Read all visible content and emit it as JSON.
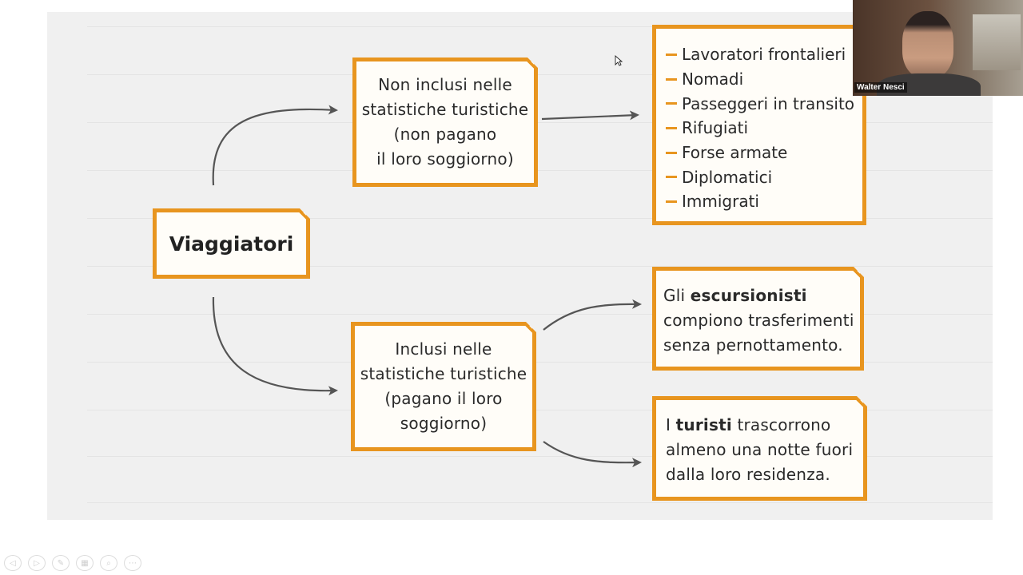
{
  "colors": {
    "accent": "#e8951f",
    "slide_bg": "#f0f0f0",
    "box_fill": "#fffdf8",
    "text": "#2a2a2a",
    "arrow": "#555555"
  },
  "diagram": {
    "root": {
      "label": "Viaggiatori"
    },
    "not_included": {
      "lines": [
        "Non inclusi nelle",
        "statistiche turistiche",
        "(non pagano",
        "il loro soggiorno)"
      ]
    },
    "excluded_list": [
      "Lavoratori frontalieri",
      "Nomadi",
      "Passeggeri in transito",
      "Rifugiati",
      "Forse armate",
      "Diplomatici",
      "Immigrati"
    ],
    "included": {
      "lines": [
        "Inclusi nelle",
        "statistiche turistiche",
        "(pagano il loro",
        "soggiorno)"
      ]
    },
    "excursionists": {
      "line1_prefix": "Gli ",
      "line1_bold": "escursionisti",
      "line2": "compiono trasferimenti",
      "line3": "senza pernottamento."
    },
    "tourists": {
      "line1_prefix": "I ",
      "line1_bold": "turisti",
      "line1_suffix": " trascorrono",
      "line2": "almeno una notte fuori",
      "line3": "dalla loro residenza."
    }
  },
  "webcam": {
    "participant_name": "Walter Nesci"
  },
  "controls": [
    {
      "icon": "prev-icon",
      "glyph": "◁"
    },
    {
      "icon": "next-icon",
      "glyph": "▷"
    },
    {
      "icon": "pen-icon",
      "glyph": "✎"
    },
    {
      "icon": "slides-icon",
      "glyph": "▦"
    },
    {
      "icon": "zoom-icon",
      "glyph": "⌕"
    },
    {
      "icon": "more-icon",
      "glyph": "⋯"
    }
  ]
}
